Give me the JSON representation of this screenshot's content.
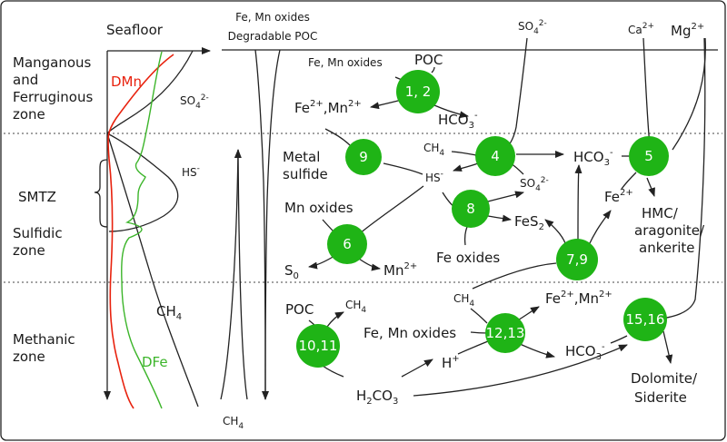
{
  "colors": {
    "node_fill": "#1fb416",
    "dmn_curve": "#e8220e",
    "dfe_curve": "#3cb52a",
    "ink": "#1a1a1a"
  },
  "profile": {
    "seafloor": "Seafloor",
    "dmn": "DMn",
    "dfe": "DFe",
    "so4": "SO",
    "so4_sub": "4",
    "so4_sup": "2-",
    "hs": "HS",
    "hs_sup": "-",
    "ch4": "CH",
    "ch4_sub": "4"
  },
  "zones": {
    "manganous_1": "Manganous",
    "manganous_2": "and",
    "manganous_3": "Ferruginous",
    "manganous_4": "zone",
    "smtz": "SMTZ",
    "sulfidic_1": "Sulfidic",
    "sulfidic_2": "zone",
    "methanic_1": "Methanic",
    "methanic_2": "zone"
  },
  "flux": {
    "top_1": "Fe, Mn oxides",
    "top_2": "Degradable POC",
    "bottom_ch4": "CH",
    "bottom_ch4_sub": "4"
  },
  "top_inputs": {
    "so4": "SO",
    "so4_sub": "4",
    "so4_sup": "2-",
    "ca": "Ca",
    "ca_sup": "2+",
    "mg": "Mg",
    "mg_sup": "2+"
  },
  "nodes": {
    "n12": "1, 2",
    "n9": "9",
    "n4": "4",
    "n5": "5",
    "n8": "8",
    "n6": "6",
    "n79": "7,9",
    "n1011": "10,11",
    "n1213": "12,13",
    "n1516": "15,16"
  },
  "species": {
    "fe_mn_oxides_a": "Fe, Mn oxides",
    "poc_a": "POC",
    "fe_mn_a": "Fe",
    "fe_mn_a_sup1": "2+",
    "fe_mn_a_mid": ",Mn",
    "fe_mn_a_sup2": "2+",
    "hco3_a": "HCO",
    "hco3_a_sub": "3",
    "hco3_a_sup": "-",
    "metal_sulfide_1": "Metal",
    "metal_sulfide_2": "sulfide",
    "ch4_b": "CH",
    "ch4_b_sub": "4",
    "hs_b": "HS",
    "hs_b_sup": "-",
    "so4_b": "SO",
    "so4_b_sub": "4",
    "so4_b_sup": "2-",
    "hco3_b": "HCO",
    "hco3_b_sub": "3",
    "hco3_b_sup": "-",
    "fe2_b": "Fe",
    "fe2_b_sup": "2+",
    "hmc_1": "HMC/",
    "hmc_2": "aragonite/",
    "hmc_3": "ankerite",
    "mn_oxides_b": "Mn oxides",
    "fes2": "FeS",
    "fes2_sub": "2",
    "fe_oxides_b": "Fe oxides",
    "s0": "S",
    "s0_sub": "0",
    "mn2": "Mn",
    "mn2_sup": "2+",
    "poc_c": "POC",
    "ch4_c": "CH",
    "ch4_c_sub": "4",
    "ch4_d": "CH",
    "ch4_d_sub": "4",
    "fe_mn_oxides_c": "Fe, Mn oxides",
    "fe_mn_c": "Fe",
    "fe_mn_c_sup1": "2+",
    "fe_mn_c_mid": ",Mn",
    "fe_mn_c_sup2": "2+",
    "hplus": "H",
    "hplus_sup": "+",
    "hco3_c": "HCO",
    "hco3_c_sub": "3",
    "hco3_c_sup": "-",
    "h2co3_1": "H",
    "h2co3_sub": "2",
    "h2co3_2": "CO",
    "h2co3_sub2": "3",
    "dolomite_1": "Dolomite/",
    "dolomite_2": "Siderite"
  }
}
